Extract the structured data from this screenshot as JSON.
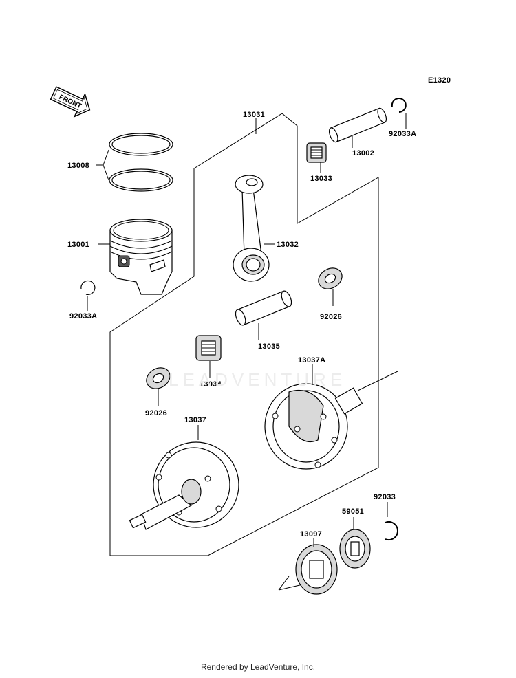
{
  "diagram_code": "E1320",
  "front_label": "FRONT",
  "watermark": "LEADVENTURE",
  "footer": "Rendered by LeadVenture, Inc.",
  "parts": {
    "p13031": "13031",
    "p13002": "13002",
    "p92033A_top": "92033A",
    "p13033": "13033",
    "p13008": "13008",
    "p13001": "13001",
    "p92033A_left": "92033A",
    "p13032": "13032",
    "p92026_right": "92026",
    "p13035": "13035",
    "p13037A": "13037A",
    "p13034": "13034",
    "p92026_left": "92026",
    "p13037": "13037",
    "p92033": "92033",
    "p59051": "59051",
    "p13097": "13097"
  }
}
